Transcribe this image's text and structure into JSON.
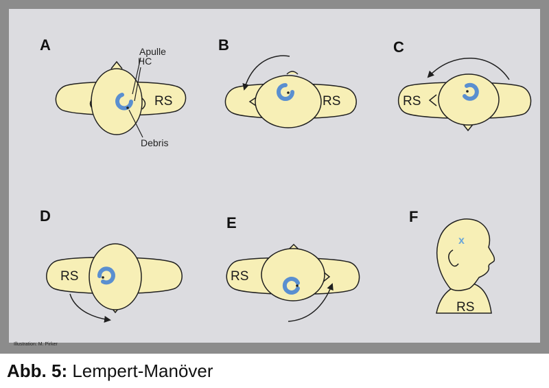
{
  "colors": {
    "frame": "#8c8c8c",
    "panel": "#dcdce0",
    "skin": "#f7efb6",
    "outline": "#1f1f1f",
    "canal": "#5a8fd0",
    "mark": "#6aa6d8"
  },
  "panels": [
    {
      "letter": "A",
      "rs": "RS",
      "annotations": {
        "apulle": "Apulle",
        "hc": "HC",
        "debris": "Debris"
      }
    },
    {
      "letter": "B",
      "rs": "RS"
    },
    {
      "letter": "C",
      "rs": "RS"
    },
    {
      "letter": "D",
      "rs": "RS"
    },
    {
      "letter": "E",
      "rs": "RS"
    },
    {
      "letter": "F",
      "rs": "RS",
      "mark": "x"
    }
  ],
  "credit": "Illustration: M. Pirker",
  "caption": {
    "label": "Abb. 5:",
    "text": "Lempert-Manöver"
  }
}
